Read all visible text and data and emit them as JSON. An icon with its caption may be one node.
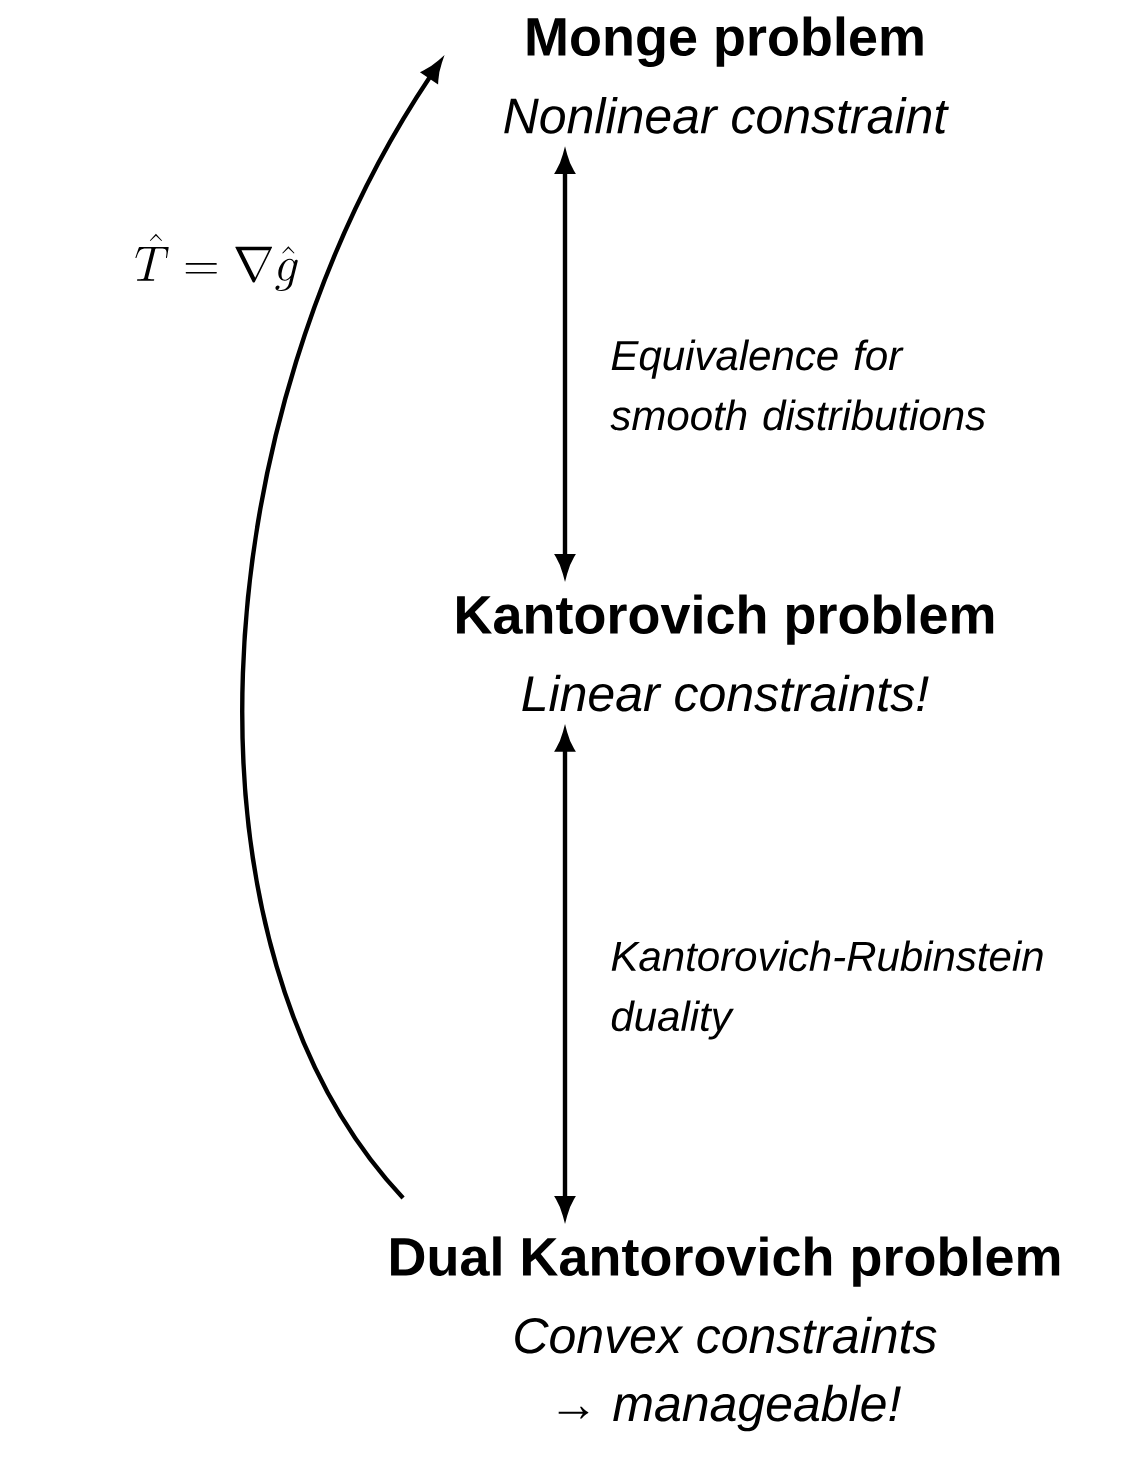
{
  "diagram": {
    "nodes": [
      {
        "text": [
          "Monge problem",
          "Nonlinear constraint"
        ]
      },
      {
        "text": [
          "Kantorovich problem",
          "Linear constraints!"
        ]
      },
      {
        "text": [
          "Dual Kantorovich problem",
          "Convex constraints → manageable!"
        ]
      }
    ],
    "edges": [
      {
        "from": 0,
        "to": 1,
        "arrow": "both",
        "label": "Equivalence for smooth distributions"
      },
      {
        "from": 1,
        "to": 2,
        "arrow": "both",
        "label": "Kantorovich-Rubinstein duality"
      },
      {
        "from": 2,
        "to": 0,
        "arrow": "to",
        "label": "\\hat{T} = \\nabla \\hat{g}"
      }
    ]
  }
}
